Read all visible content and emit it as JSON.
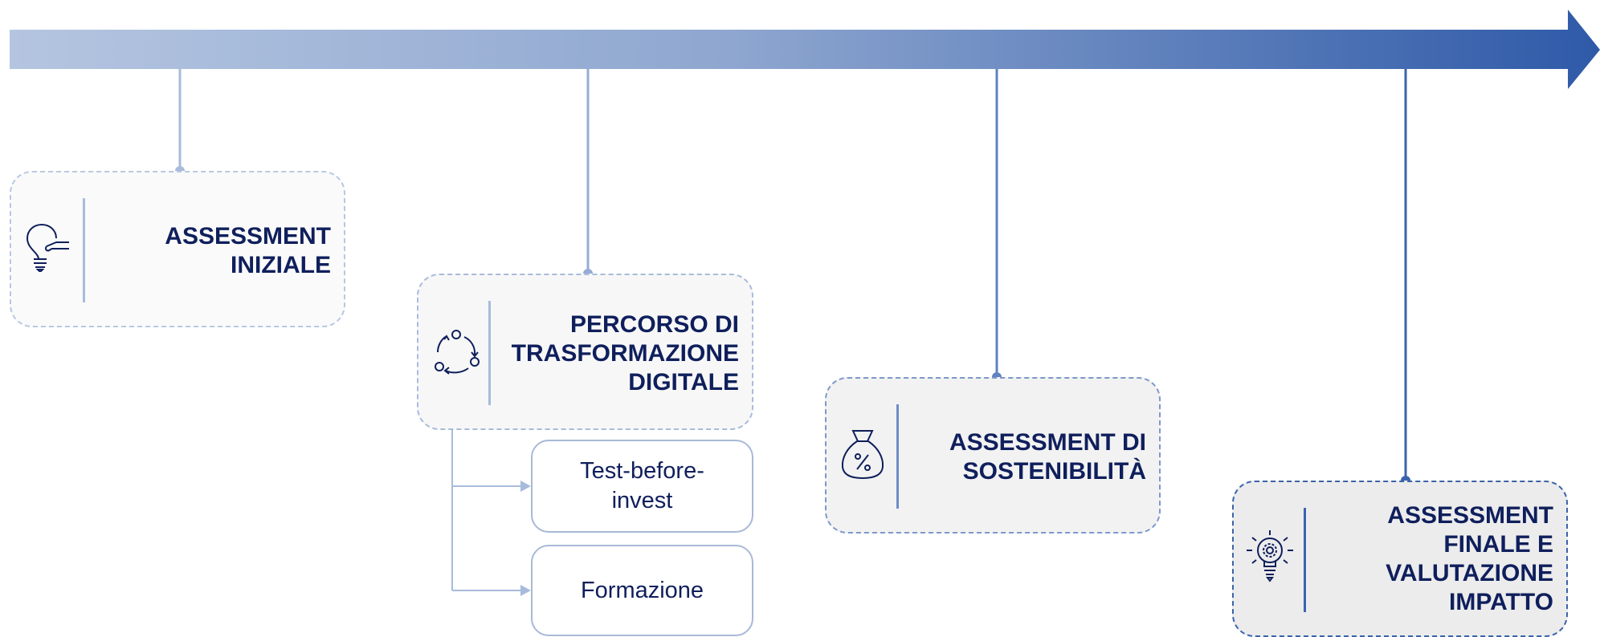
{
  "steps": [
    {
      "title": "ASSESSMENT\nINIZIALE",
      "icon": "lightbulb-hand-icon"
    },
    {
      "title": "PERCORSO DI\nTRASFORMAZIONE\nDIGITALE",
      "icon": "cycle-arrows-icon"
    },
    {
      "title": "ASSESSMENT DI\nSOSTENIBILITÀ",
      "icon": "money-bag-percent-icon"
    },
    {
      "title": "ASSESSMENT\nFINALE E\nVALUTAZIONE\nIMPATTO",
      "icon": "lightbulb-gear-icon"
    }
  ],
  "substeps": [
    {
      "label": "Test-before-\ninvest"
    },
    {
      "label": "Formazione"
    }
  ],
  "colors": {
    "arrow_start": "#b4c5e0",
    "arrow_end": "#2f5aa8",
    "title": "#0f1f5c"
  }
}
